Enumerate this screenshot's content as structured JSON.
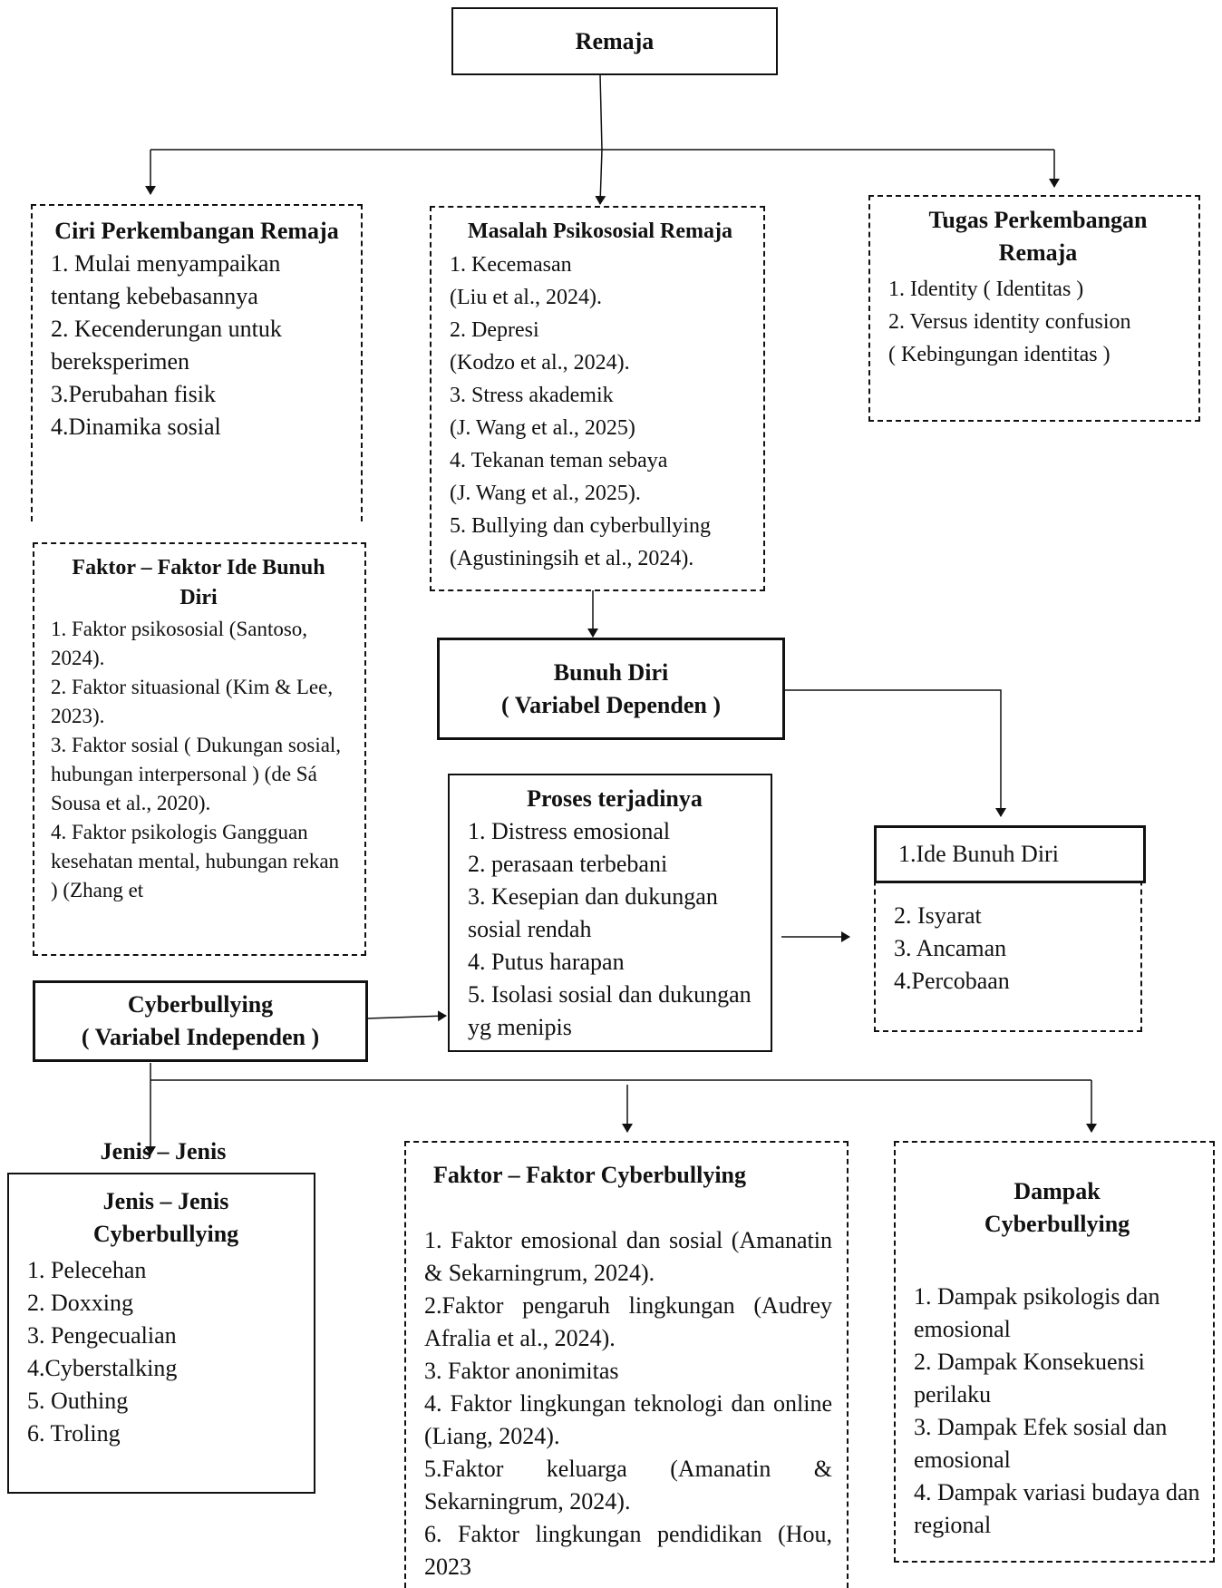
{
  "root": {
    "title": "Remaja"
  },
  "ciri": {
    "title": "Ciri Perkembangan Remaja",
    "items": [
      "1. Mulai menyampaikan tentang kebebasannya",
      "2. Kecenderungan untuk bereksperimen",
      "3.Perubahan fisik",
      "4.Dinamika sosial"
    ]
  },
  "masalah": {
    "title": "Masalah Psikososial Remaja",
    "items": [
      "1. Kecemasan",
      "(Liu et al., 2024).",
      "2. Depresi",
      "(Kodzo et al., 2024).",
      "3. Stress akademik",
      "(J. Wang et al., 2025)",
      "4. Tekanan teman sebaya",
      "(J. Wang et al., 2025).",
      "5. Bullying dan cyberbullying",
      "(Agustiningsih et al., 2024)."
    ]
  },
  "tugas": {
    "title": "Tugas Perkembangan Remaja",
    "items": [
      "1. Identity ( Identitas )",
      "2. Versus identity confusion",
      "( Kebingungan identitas )"
    ]
  },
  "faktor_ide": {
    "title": "Faktor – Faktor Ide Bunuh Diri",
    "items": [
      "1. Faktor psikososial (Santoso, 2024).",
      "2. Faktor situasional (Kim & Lee, 2023).",
      "3. Faktor sosial ( Dukungan sosial, hubungan interpersonal ) (de Sá Sousa et al., 2020).",
      "4. Faktor psikologis Gangguan kesehatan mental, hubungan rekan ) (Zhang et"
    ]
  },
  "bunuh_diri": {
    "line1": "Bunuh Diri",
    "line2": "( Variabel Dependen )"
  },
  "proses": {
    "title": "Proses terjadinya",
    "items": [
      "1. Distress emosional",
      "2. perasaan terbebani",
      "3. Kesepian dan dukungan sosial rendah",
      "4. Putus harapan",
      "5. Isolasi sosial dan dukungan yg menipis"
    ]
  },
  "ide": {
    "header": "1.Ide Bunuh Diri",
    "items": [
      "2. Isyarat",
      "3. Ancaman",
      "4.Percobaan"
    ]
  },
  "cyberbullying": {
    "line1": "Cyberbullying",
    "line2": "( Variabel Independen )"
  },
  "jenis": {
    "overlap_title": "Jenis – Jenis",
    "title": "Jenis – Jenis Cyberbullying",
    "items": [
      "1. Pelecehan",
      "2. Doxxing",
      "3. Pengecualian",
      "4.Cyberstalking",
      "5. Outhing",
      "6. Troling"
    ]
  },
  "faktor_cb": {
    "title": "Faktor – Faktor Cyberbullying",
    "items": [
      "1. Faktor emosional dan sosial (Amanatin & Sekarningrum, 2024).",
      "2.Faktor pengaruh lingkungan (Audrey Afralia et al., 2024).",
      "3. Faktor anonimitas",
      "4. Faktor lingkungan teknologi dan online (Liang, 2024).",
      "5.Faktor keluarga (Amanatin & Sekarningrum, 2024).",
      "6. Faktor lingkungan pendidikan (Hou, 2023"
    ]
  },
  "dampak": {
    "title": "Dampak Cyberbullying",
    "items": [
      "1. Dampak psikologis dan emosional",
      "2. Dampak Konsekuensi perilaku",
      "3. Dampak Efek sosial dan emosional",
      "4. Dampak variasi budaya dan regional"
    ]
  }
}
